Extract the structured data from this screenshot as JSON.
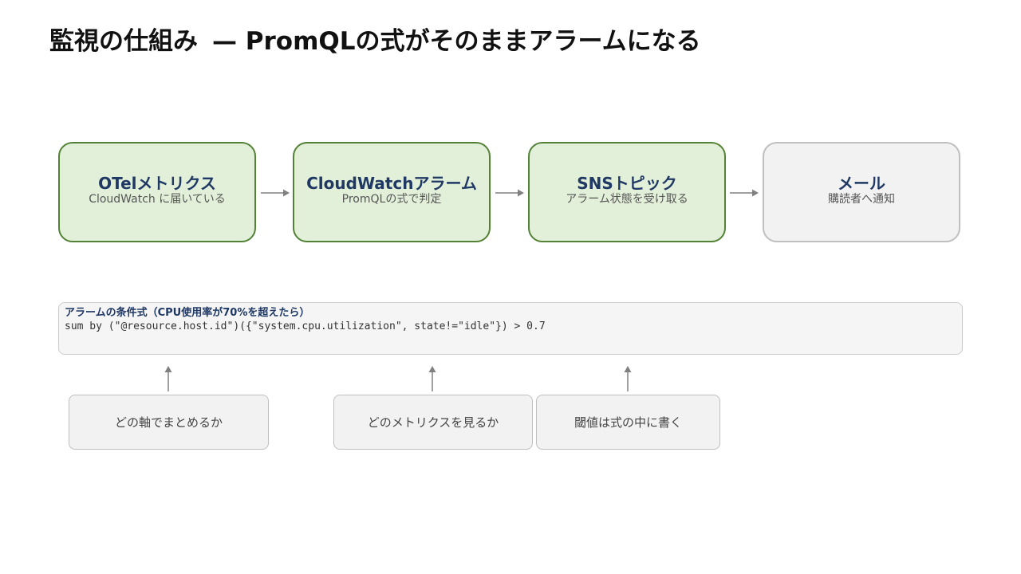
{
  "title": {
    "main": "監視の仕組み",
    "dash": "—",
    "sub": "PromQLの式がそのままアラームになる"
  },
  "flow": [
    {
      "title": "OTelメトリクス",
      "subtitle": "CloudWatch に届いている"
    },
    {
      "title": "CloudWatchアラーム",
      "subtitle": "PromQLの式で判定"
    },
    {
      "title": "SNSトピック",
      "subtitle": "アラーム状態を受け取る"
    },
    {
      "title": "メール",
      "subtitle": "購読者へ通知"
    }
  ],
  "expression": {
    "label": "アラームの条件式（CPU使用率が70%を超えたら）",
    "code": "sum by (\"@resource.host.id\")({\"system.cpu.utilization\", state!=\"idle\"}) > 0.7"
  },
  "callouts": [
    "どの軸でまとめるか",
    "どのメトリクスを見るか",
    "閾値は式の中に書く"
  ],
  "colors": {
    "active_fill": "#e2f0d9",
    "active_border": "#538135",
    "inactive_fill": "#f2f2f2",
    "inactive_border": "#bfbfbf",
    "title_text": "#1f3864",
    "arrow": "#808080"
  }
}
